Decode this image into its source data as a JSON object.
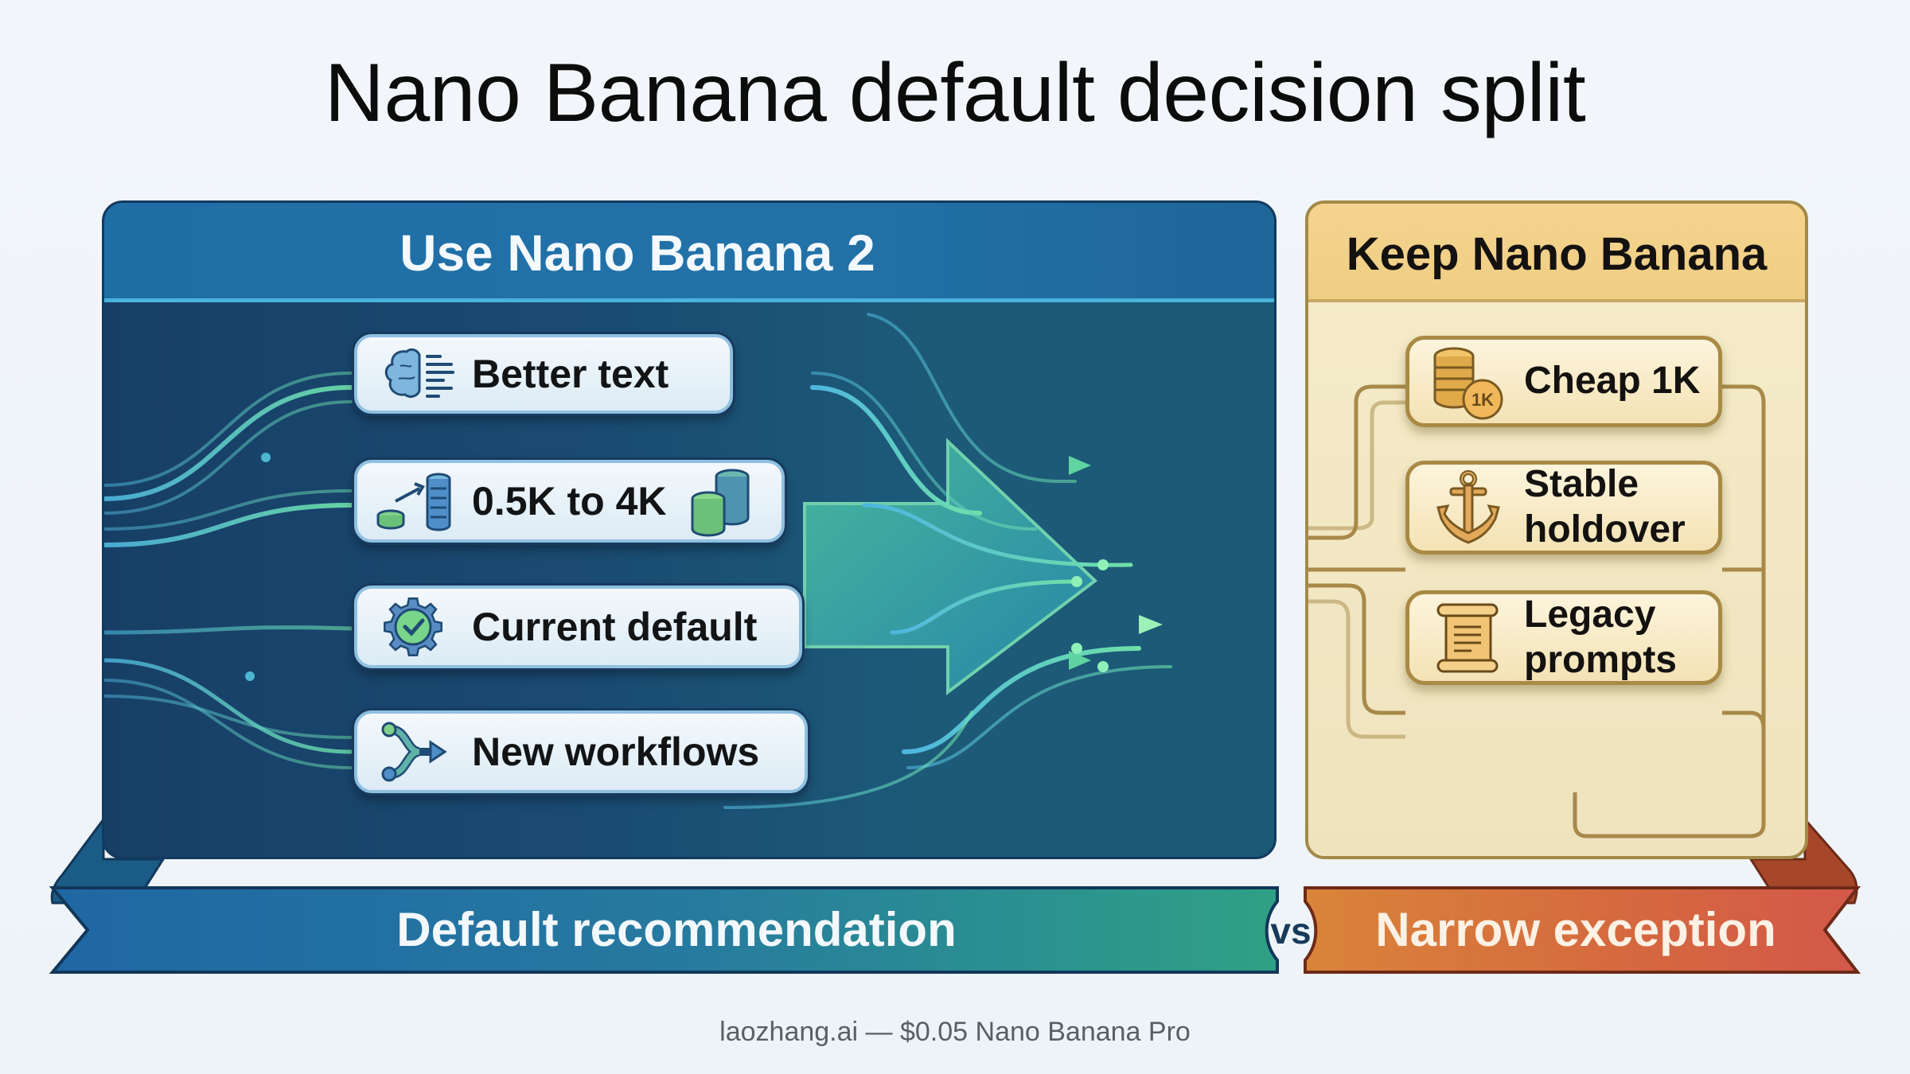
{
  "title": "Nano Banana default decision split",
  "left_panel": {
    "heading": "Use Nano Banana 2",
    "items": [
      {
        "label": "Better text",
        "icon": "brain-text-icon"
      },
      {
        "label": "0.5K to 4K",
        "icon": "resolution-scale-stacks-icon"
      },
      {
        "label": "Current default",
        "icon": "gear-check-icon"
      },
      {
        "label": "New workflows",
        "icon": "branch-arrow-icon"
      }
    ],
    "ribbon": "Default recommendation",
    "colors": {
      "header": "#2272a8",
      "body": "#1a4a72",
      "accent": "#5fd6a0"
    }
  },
  "right_panel": {
    "heading": "Keep Nano Banana",
    "items": [
      {
        "label": "Cheap 1K",
        "icon": "coin-stack-1k-icon",
        "badge": "1K"
      },
      {
        "label": "Stable holdover",
        "line1": "Stable",
        "line2": "holdover",
        "icon": "anchor-icon"
      },
      {
        "label": "Legacy prompts",
        "line1": "Legacy",
        "line2": "prompts",
        "icon": "scroll-icon"
      }
    ],
    "ribbon": "Narrow exception",
    "colors": {
      "header": "#efcd84",
      "body": "#f3e8c4",
      "ribbon": "#d5683f"
    }
  },
  "vs_label": "vs",
  "footer": "laozhang.ai — $0.05 Nano Banana Pro"
}
